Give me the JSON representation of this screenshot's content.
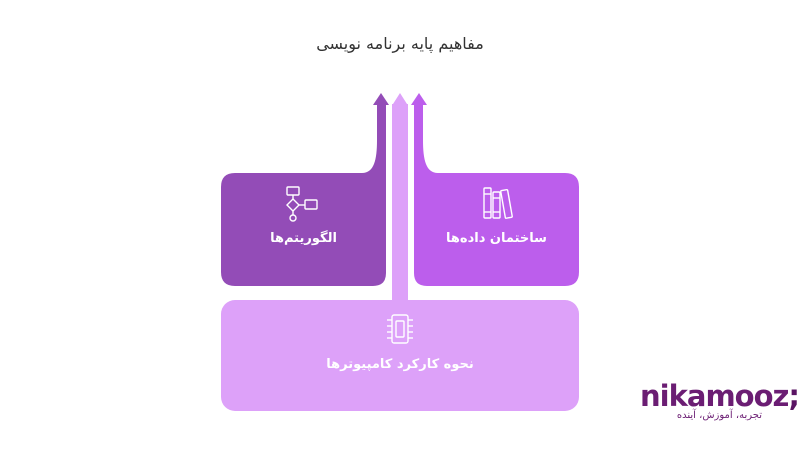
{
  "title": "مفاهیم پایه برنامه نویسی",
  "boxes": {
    "left": {
      "label": "الگوریتم‌ها",
      "icon": "flowchart-icon",
      "color": "#934cb7"
    },
    "right": {
      "label": "ساختمان داده‌ها",
      "icon": "books-icon",
      "color": "#bc5eec"
    },
    "bottom": {
      "label": "نحوه کارکرد کامپیوترها",
      "icon": "chip-icon",
      "color": "#dda1f9"
    }
  },
  "brand": {
    "name": "nikamooz",
    "tagline": "تجربه، آموزش، آینده",
    "color": "#6b1d73"
  }
}
